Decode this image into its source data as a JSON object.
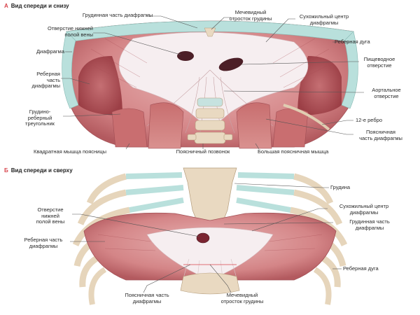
{
  "panel_a": {
    "letter": "А",
    "title": "Вид спереди и снизу",
    "labels": {
      "sternal_part": "Грудинная часть диафрагмы",
      "xiphoid": "Мечевидный\nотросток грудины",
      "central_tendon": "Сухожильный центр\nдиафрагмы",
      "ivc_opening": "Отверстие нижней\nполой вены",
      "costal_arch": "Реберная дуга",
      "diaphragm": "Диафрагма",
      "esophageal": "Пищеводное\nотверстие",
      "costal_part": "Реберная\nчасть\nдиафрагмы",
      "aortic": "Аортальное\nотверстие",
      "sternocostal": "Грудино-\nреберный\nтреугольник",
      "rib12": "12-е ребро",
      "lumbar_part": "Поясничная\nчасть диафрагмы",
      "quadratus": "Квадратная мышца поясницы",
      "vertebra": "Поясничный позвонок",
      "psoas": "Большая поясничная мышца"
    }
  },
  "panel_b": {
    "letter": "Б",
    "title": "Вид спереди и сверху",
    "labels": {
      "sternum": "Грудина",
      "ivc_opening": "Отверстие\nнижней\nполой вены",
      "central_tendon": "Сухожильный центр\nдиафрагмы",
      "sternal_part": "Грудинная часть\nдиафрагмы",
      "costal_part": "Реберная часть\nдиафрагмы",
      "costal_arch": "Реберная дуга",
      "lumbar_part": "Поясничная часть\nдиафрагмы",
      "xiphoid": "Мечевидный\nотросток грудины"
    }
  },
  "colors": {
    "muscle": "#d98f8f",
    "muscle_dark": "#b95a5e",
    "tendon": "#ffffff",
    "cartilage": "#b9e0dc",
    "bone": "#e9d9c1",
    "accent": "#d8434b"
  }
}
